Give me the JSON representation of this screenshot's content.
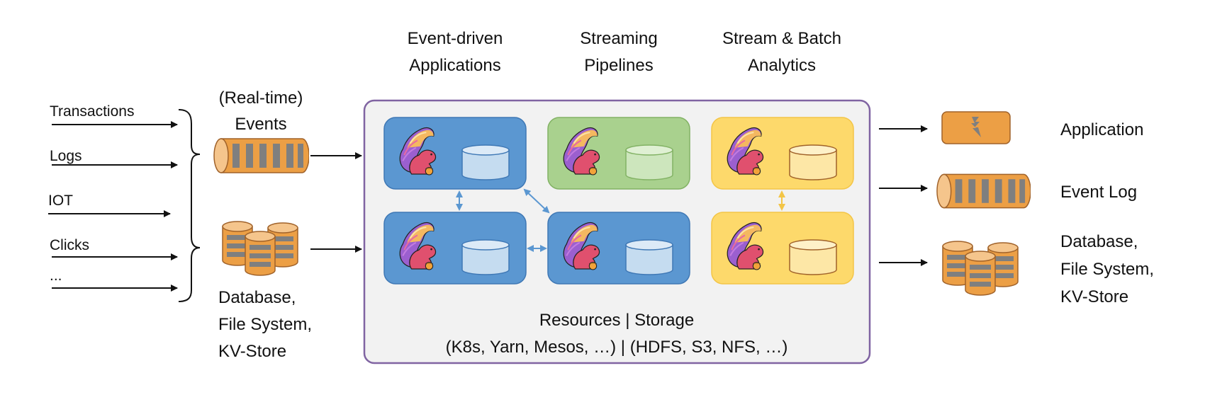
{
  "header_columns": [
    {
      "line1": "Event-driven",
      "line2": "Applications"
    },
    {
      "line1": "Streaming",
      "line2": "Pipelines"
    },
    {
      "line1": "Stream & Batch",
      "line2": "Analytics"
    }
  ],
  "sources": {
    "inputs": [
      "Transactions",
      "Logs",
      "IOT",
      "Clicks",
      "..."
    ],
    "events_label": {
      "line1": "(Real-time)",
      "line2": "Events"
    },
    "storage_label": {
      "line1": "Database,",
      "line2": "File System,",
      "line3": "KV-Store"
    }
  },
  "platform": {
    "footer_line1": "Resources | Storage",
    "footer_line2": "(K8s, Yarn, Mesos, …) | (HDFS, S3, NFS, …)",
    "nodes": [
      {
        "id": "app-top",
        "group": "event-driven",
        "color": "blue"
      },
      {
        "id": "app-bottom",
        "group": "event-driven",
        "color": "blue"
      },
      {
        "id": "pipeline-top",
        "group": "streaming",
        "color": "green"
      },
      {
        "id": "pipeline-bottom",
        "group": "streaming",
        "color": "blue"
      },
      {
        "id": "analytics-top",
        "group": "analytics",
        "color": "yellow"
      },
      {
        "id": "analytics-bottom",
        "group": "analytics",
        "color": "yellow"
      }
    ]
  },
  "sinks": [
    {
      "icon": "application-icon",
      "label": "Application"
    },
    {
      "icon": "event-log-icon",
      "label": "Event Log"
    },
    {
      "icon": "database-icon",
      "label_lines": [
        "Database,",
        "File System,",
        "KV-Store"
      ]
    }
  ],
  "colors": {
    "blue_fill": "#5b97d1",
    "blue_stroke": "#3f78b5",
    "green_fill": "#a9d18e",
    "green_stroke": "#82b264",
    "yellow_fill": "#fdd96b",
    "yellow_stroke": "#f3c547",
    "orange_fill": "#ec9f45",
    "orange_stroke": "#a0622a",
    "platform_border": "#8064a2",
    "platform_fill": "#f2f2f2"
  }
}
